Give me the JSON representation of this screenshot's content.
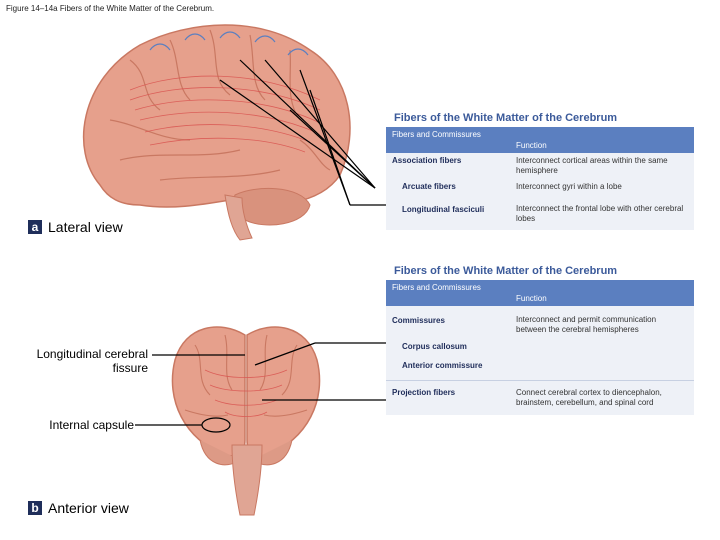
{
  "figure": {
    "title": "Figure 14–14a Fibers of the White Matter of the Cerebrum."
  },
  "table1": {
    "title": "Fibers of the White Matter of the Cerebrum",
    "col1": "Fibers and Commissures",
    "col2": "Function",
    "rows": [
      {
        "label": "Association fibers",
        "function": "Interconnect cortical areas within the same hemisphere"
      },
      {
        "label": "Arcuate fibers",
        "function": "Interconnect gyri within a lobe"
      },
      {
        "label": "Longitudinal fasciculi",
        "function": "Interconnect the frontal lobe with other cerebral lobes"
      }
    ]
  },
  "table2": {
    "title": "Fibers of the White Matter of the Cerebrum",
    "col1": "Fibers and Commissures",
    "col2": "Function",
    "rows": [
      {
        "label": "Commissures",
        "function": "Interconnect and permit communication between the cerebral hemispheres"
      },
      {
        "label": "Corpus callosum",
        "function": ""
      },
      {
        "label": "Anterior commissure",
        "function": ""
      },
      {
        "label": "Projection fibers",
        "function": "Connect cerebral cortex to diencephalon, brainstem, cerebellum, and spinal cord"
      }
    ]
  },
  "views": {
    "lateral": {
      "badge": "a",
      "label": "Lateral view"
    },
    "anterior": {
      "badge": "b",
      "label": "Anterior view"
    }
  },
  "callouts": {
    "longitudinal_fissure": "Longitudinal cerebral fissure",
    "internal_capsule": "Internal capsule"
  },
  "colors": {
    "brain": "#e6a08c",
    "brain_dark": "#c97862",
    "fiber_red": "#d9534f",
    "fiber_blue": "#5b7fc0",
    "table_header": "#5b7fc0",
    "table_title": "#3b5a9a",
    "badge": "#1f2e5a"
  }
}
